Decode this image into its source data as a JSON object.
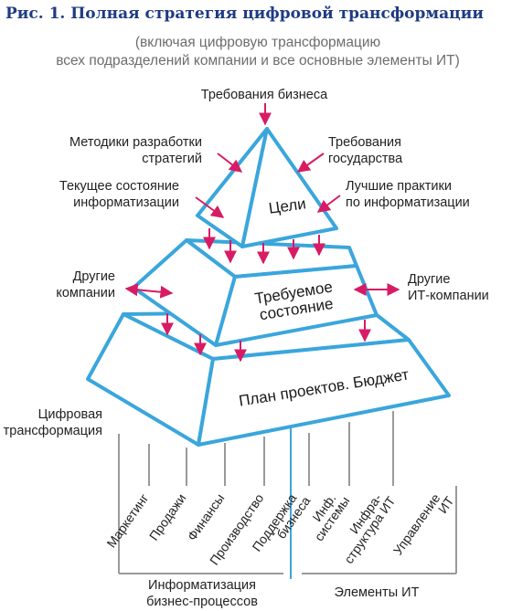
{
  "title": "Рис. 1. Полная стратегия цифровой трансформации",
  "subtitle": [
    "(включая цифровую трансформацию",
    "всех подразделений компании и все основные элементы ИТ)"
  ],
  "pyramid": {
    "top": "Цели",
    "middle": [
      "Требуемое",
      "состояние"
    ],
    "bottom": "План проектов. Бюджет"
  },
  "inputs": {
    "business_requirements": "Требования бизнеса",
    "methods": [
      "Методики разработки",
      "стратегий"
    ],
    "gov_requirements": [
      "Требования",
      "государства"
    ],
    "current_state": [
      "Текущее состояние",
      "информатизации"
    ],
    "best_practices": [
      "Лучшие практики",
      "по информатизации"
    ],
    "other_companies": [
      "Другие",
      "компании"
    ],
    "other_it_companies": [
      "Другие",
      "ИТ-компании"
    ]
  },
  "digital_transformation": [
    "Цифровая",
    "трансформация"
  ],
  "business_areas": [
    [
      "Маркетинг"
    ],
    [
      "Продажи"
    ],
    [
      "Финансы"
    ],
    [
      "Производство"
    ],
    [
      "Поддержка",
      "бизнеса"
    ]
  ],
  "it_areas": [
    [
      "Инф.",
      "системы"
    ],
    [
      "Инфра-",
      "структура ИТ"
    ],
    [
      "Управление",
      "ИТ"
    ]
  ],
  "bottom_labels": {
    "business": [
      "Информатизация",
      "бизнес-процессов"
    ],
    "it": "Элементы ИТ"
  },
  "colors": {
    "title": "#1f3b82",
    "subtitle": "#6d6d6d",
    "pyramid_stroke": "#3aa6dc",
    "arrow": "#d81b64",
    "lines": "#9a9a9a",
    "divider": "#3aa6dc"
  }
}
